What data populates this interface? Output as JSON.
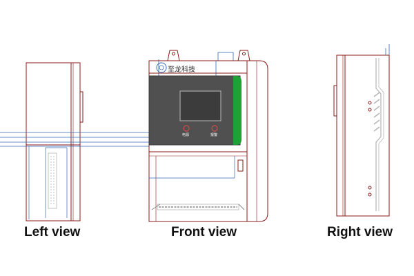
{
  "views": {
    "left_label": "Left view",
    "front_label": "Front view",
    "right_label": "Right view"
  },
  "front_panel": {
    "brand_text": "至龙科技",
    "button_left_label": "电源",
    "button_right_label": "报警"
  },
  "colors": {
    "outline_red": "#8b1a1a",
    "guide_blue": "#2f66b3",
    "panel_dark": "#505050",
    "screen_dark": "#3c3c3c",
    "accent_green": "#1fa235",
    "detail_gray": "#b4b4b4"
  }
}
